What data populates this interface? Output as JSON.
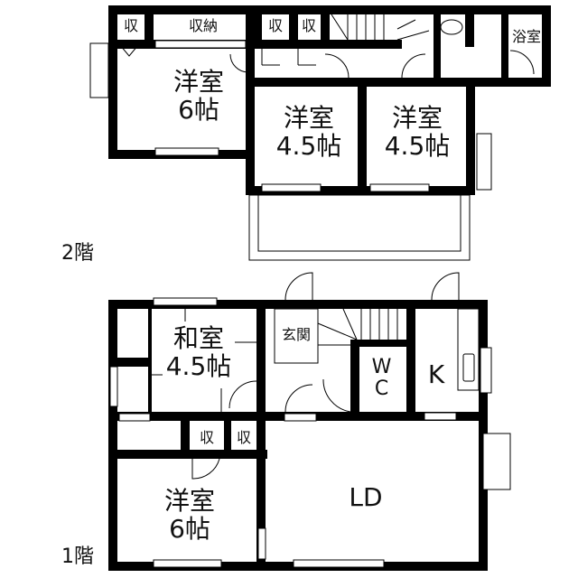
{
  "floors": [
    {
      "label": "2階",
      "rooms": [
        {
          "name": "洋室",
          "size": "6帖"
        },
        {
          "name": "洋室",
          "size": "4.5帖"
        },
        {
          "name": "洋室",
          "size": "4.5帖"
        }
      ],
      "storage": [
        "収",
        "収納",
        "収",
        "収"
      ],
      "bath": "浴室"
    },
    {
      "label": "1階",
      "rooms": [
        {
          "name": "和室",
          "size": "4.5帖"
        },
        {
          "name": "洋室",
          "size": "6帖"
        },
        {
          "name": "LD"
        },
        {
          "name": "K"
        },
        {
          "name": "W",
          "name2": "C"
        }
      ],
      "entrance": "玄関",
      "storage": [
        "収",
        "収"
      ]
    }
  ],
  "colors": {
    "wall": "#000000",
    "background": "#ffffff"
  }
}
